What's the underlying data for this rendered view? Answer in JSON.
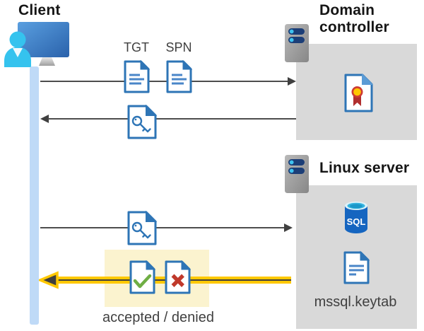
{
  "diagram": {
    "client_label": "Client",
    "dc_label": "Domain controller",
    "linux_label": "Linux server",
    "tgt_label": "TGT",
    "spn_label": "SPN",
    "accepted_denied_label": "accepted / denied",
    "keytab_label": "mssql.keytab",
    "sql_label": "SQL",
    "colors": {
      "arrow_gray": "#4D4D4D",
      "highlight_yellow": "#FFC800",
      "highlight_box_yellow": "#FBF3CF",
      "doc_border_blue": "#2E75B6",
      "check_green": "#6FAE44",
      "deny_red": "#C0392B",
      "client_bar_blue": "#BFDAF7",
      "server_box_gray": "#D9D9D9",
      "sql_cylinder_blue": "#1565C0"
    }
  }
}
